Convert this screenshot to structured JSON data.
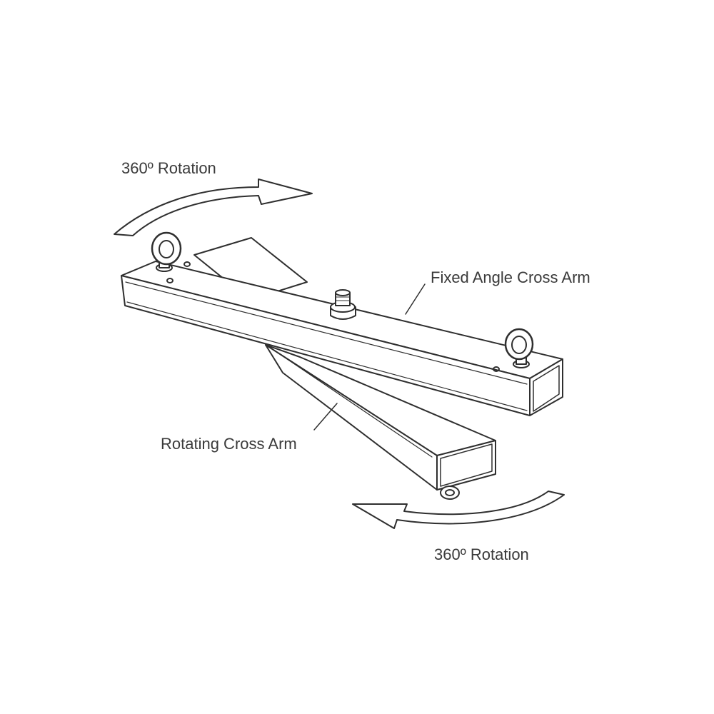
{
  "labels": {
    "rotation_top": "360º Rotation",
    "rotation_bottom": "360º Rotation",
    "fixed_arm": "Fixed Angle Cross Arm",
    "rotating_arm": "Rotating Cross Arm"
  },
  "colors": {
    "line": "#2f2f2f",
    "arrow_fill": "#ffffff",
    "text": "#3a3a3a"
  }
}
